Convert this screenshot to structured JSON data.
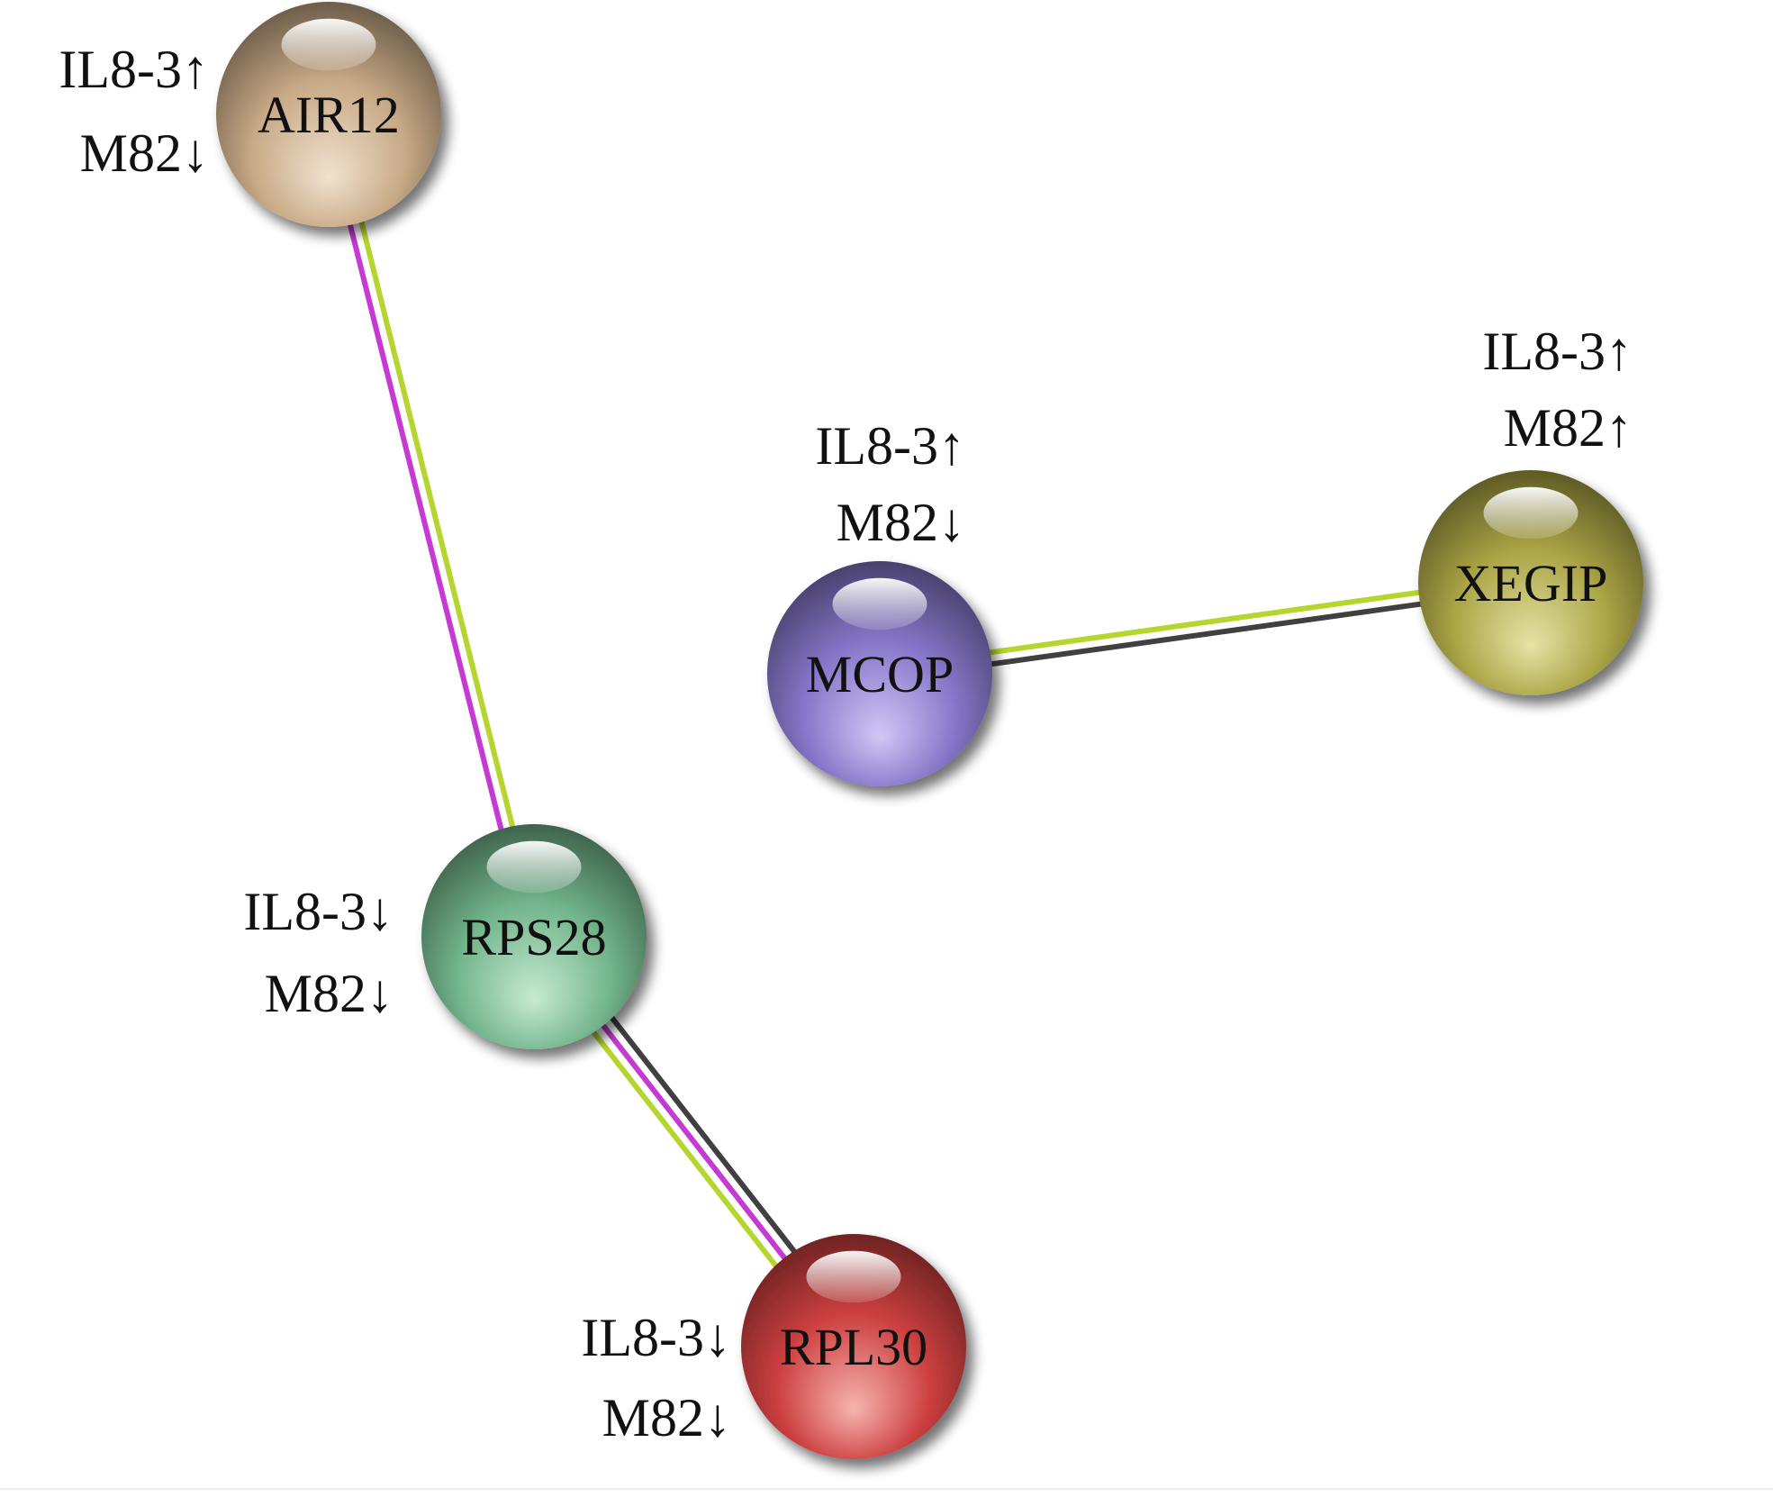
{
  "network": {
    "nodes": [
      {
        "id": "AIR12",
        "label": "AIR12",
        "color": "#c8aa86",
        "highlight": "#efe2cf",
        "annotation": [
          "IL8-3↑",
          "M82↓"
        ]
      },
      {
        "id": "MCOP",
        "label": "MCOP",
        "color": "#8576c8",
        "highlight": "#d2c6f6",
        "annotation": [
          "IL8-3↑",
          "M82↓"
        ]
      },
      {
        "id": "XEGIP",
        "label": "XEGIP",
        "color": "#aaa545",
        "highlight": "#e6e3a6",
        "annotation": [
          "IL8-3↑",
          "M82↑"
        ]
      },
      {
        "id": "RPS28",
        "label": "RPS28",
        "color": "#72b58c",
        "highlight": "#c6ead2",
        "annotation": [
          "IL8-3↓",
          "M82↓"
        ]
      },
      {
        "id": "RPL30",
        "label": "RPL30",
        "color": "#cc3f3f",
        "highlight": "#f6b4b0",
        "annotation": [
          "IL8-3↓",
          "M82↓"
        ]
      }
    ],
    "edges": [
      {
        "source": "AIR12",
        "target": "RPS28",
        "colors": [
          "#b5d62e",
          "#ffffff",
          "#c43ad2"
        ]
      },
      {
        "source": "MCOP",
        "target": "XEGIP",
        "colors": [
          "#b5d62e",
          "#ffffff",
          "#404040"
        ]
      },
      {
        "source": "RPS28",
        "target": "RPL30",
        "colors": [
          "#404040",
          "#ffffff",
          "#c43ad2",
          "#ffffff",
          "#b5d62e"
        ]
      }
    ]
  }
}
